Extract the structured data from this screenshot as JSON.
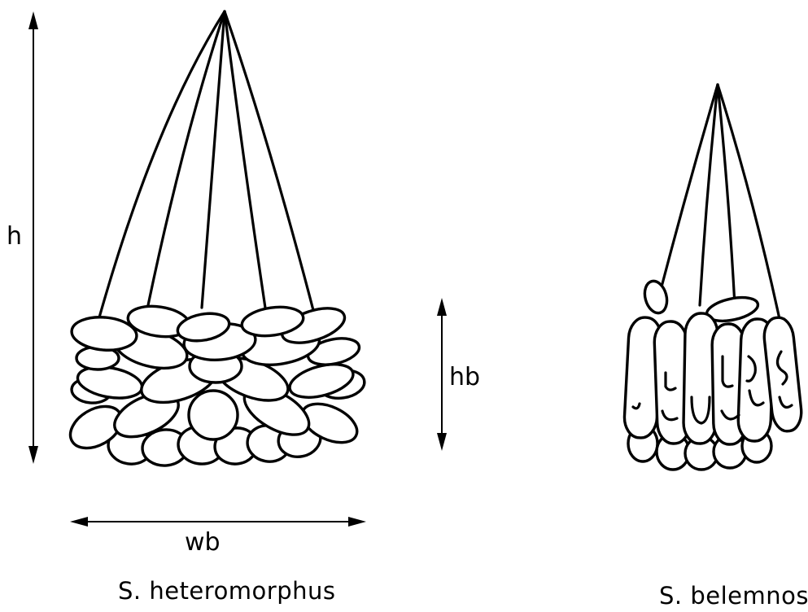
{
  "labels": {
    "height": "h",
    "band_height": "hb",
    "band_width": "wb"
  },
  "specimens": [
    {
      "name": "S. heteromorphus"
    },
    {
      "name": "S. belemnos"
    }
  ]
}
